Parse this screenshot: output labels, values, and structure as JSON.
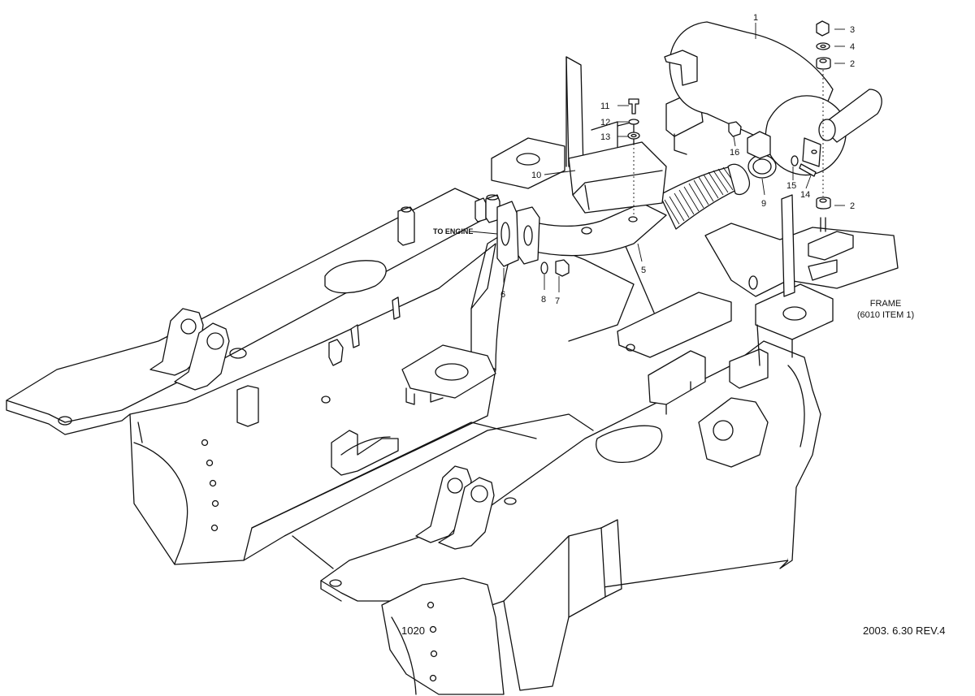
{
  "labels": {
    "l1": "1",
    "l2a": "2",
    "l2b": "2",
    "l3": "3",
    "l4": "4",
    "l5": "5",
    "l6": "6",
    "l7": "7",
    "l8": "8",
    "l9": "9",
    "l10": "10",
    "l11": "11",
    "l12": "12",
    "l13": "13",
    "l14": "14",
    "l15": "15",
    "l16": "16",
    "to_engine": "TO ENGINE",
    "frame_line1": "FRAME",
    "frame_line2": "(6010 ITEM 1)",
    "drawing_number": "1020",
    "revision": "2003. 6.30 REV.4"
  }
}
